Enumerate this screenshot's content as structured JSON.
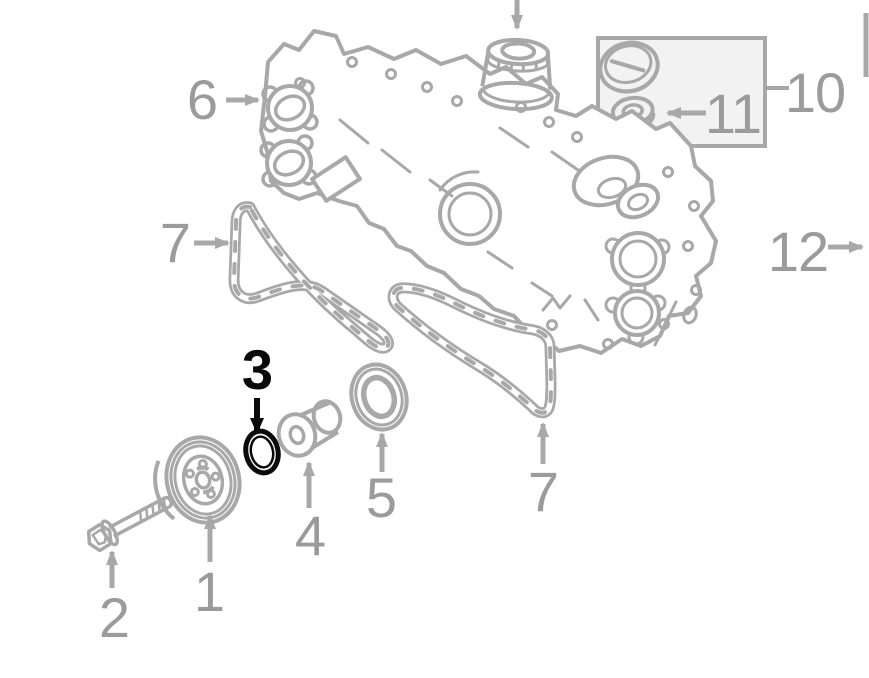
{
  "diagram": {
    "title": "engine-timing-cover-parts-diagram",
    "colors": {
      "line": "#a8a8a8",
      "label": "#9b9b9b",
      "highlight": "#0a0a0a",
      "inset_box_fill": "#f2f2f2",
      "background": "#ffffff"
    },
    "callouts": {
      "c1": {
        "label": "1",
        "highlighted": false
      },
      "c2": {
        "label": "2",
        "highlighted": false
      },
      "c3": {
        "label": "3",
        "highlighted": true
      },
      "c4": {
        "label": "4",
        "highlighted": false
      },
      "c5": {
        "label": "5",
        "highlighted": false
      },
      "c6": {
        "label": "6",
        "highlighted": false
      },
      "c7a": {
        "label": "7",
        "highlighted": false
      },
      "c7b": {
        "label": "7",
        "highlighted": false
      },
      "c10": {
        "label": "10",
        "highlighted": false
      },
      "c11": {
        "label": "11",
        "highlighted": false
      },
      "c12": {
        "label": "12",
        "highlighted": false
      }
    }
  }
}
